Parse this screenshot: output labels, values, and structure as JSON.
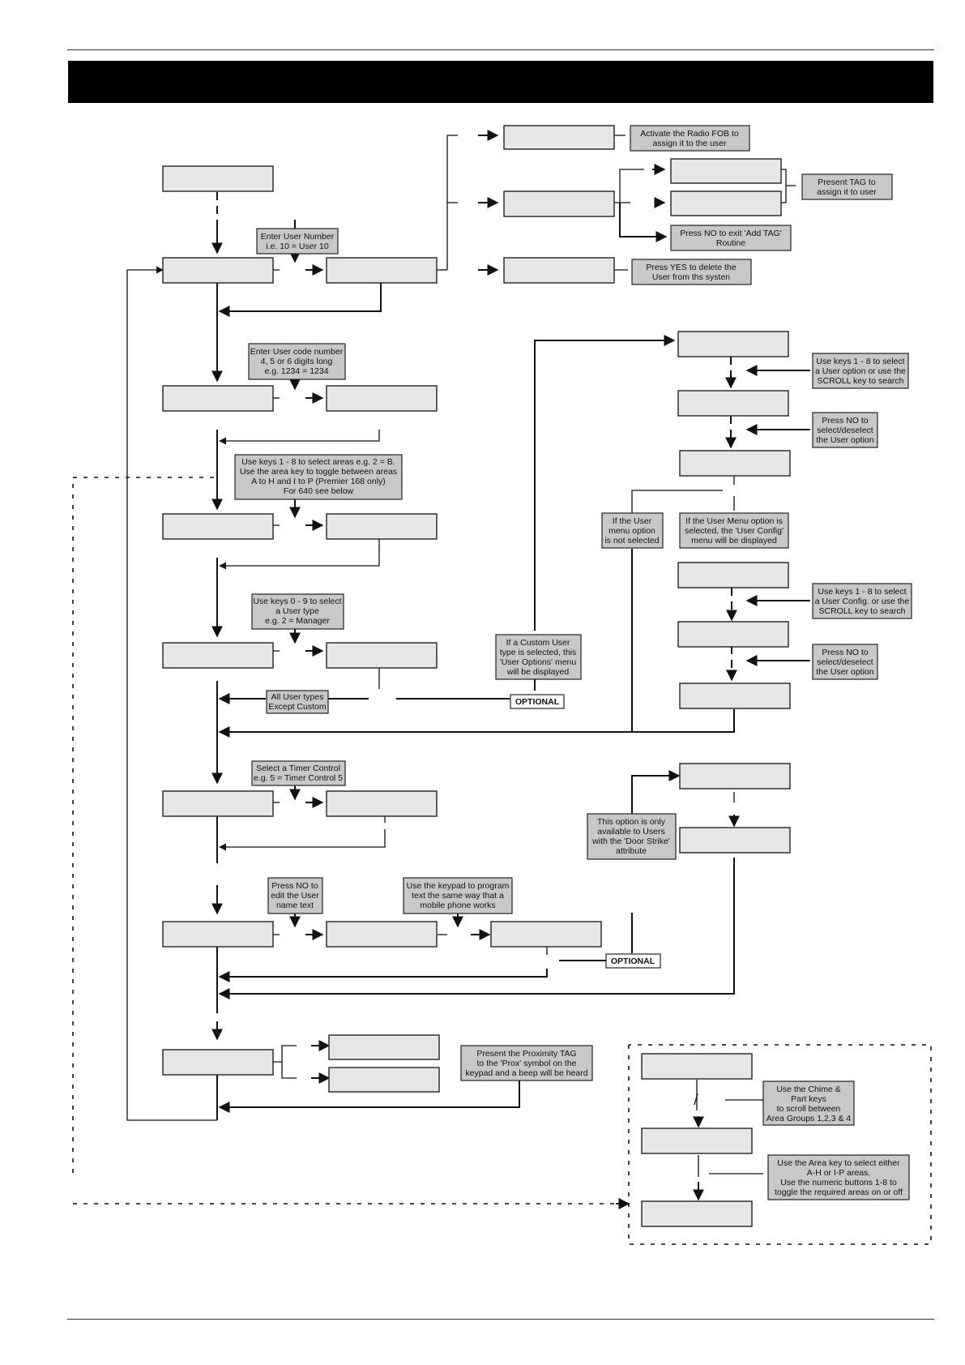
{
  "header": {
    "title": ""
  },
  "notes": {
    "radio_fob": [
      "Activate the Radio FOB to",
      "assign it to the user"
    ],
    "present_tag": [
      "Present TAG to",
      "assign it to user"
    ],
    "exit_add_tag": [
      "Press NO to exit 'Add TAG'",
      "Routine"
    ],
    "delete_user": [
      "Press YES to delete the",
      "User from ths systen"
    ],
    "enter_user_number": [
      "Enter User Number",
      "i.e. 10 = User 10"
    ],
    "enter_user_code": [
      "Enter User code number",
      "4, 5 or 6 digits long",
      "e.g. 1234 = 1234"
    ],
    "select_areas": [
      "Use keys 1 - 8 to select areas e.g. 2 = B.",
      "Use the area key to toggle between areas",
      "A to H and I to P (Premier 168 only)",
      "For 640 see below"
    ],
    "select_user_type": [
      "Use keys 0 - 9 to select",
      "a User type",
      "e.g. 2 = Manager"
    ],
    "all_user_types": [
      "All User types",
      "Except Custom"
    ],
    "custom_user": [
      "If a Custom User",
      "type is selected, this",
      "'User Options' menu",
      "will be displayed"
    ],
    "optional_1": "OPTIONAL",
    "user_option_keys": [
      "Use keys 1 - 8 to select",
      "a User option or use the",
      "SCROLL key to search"
    ],
    "user_option_no": [
      "Press NO to",
      "select/deselect",
      "the User option"
    ],
    "user_menu_not_selected": [
      "If the User",
      "menu option",
      "is not selected"
    ],
    "user_menu_selected": [
      "If the User Menu option is",
      "selected, the 'User Config'",
      "menu will be displayed"
    ],
    "user_config_keys": [
      "Use keys 1 - 8 to select",
      "a User Config. or use the",
      "SCROLL key to search"
    ],
    "user_config_no": [
      "Press NO to",
      "select/deselect",
      "the User option"
    ],
    "timer_control": [
      "Select a Timer Control",
      "e.g. 5 = Timer Control 5"
    ],
    "door_strike": [
      "This option is only",
      "available to Users",
      "with the 'Door Strike'",
      "attribute"
    ],
    "edit_name": [
      "Press NO to",
      "edit the User",
      "name text"
    ],
    "keypad_text": [
      "Use the keypad to program",
      "text the same way that a",
      "mobile phone works"
    ],
    "optional_2": "OPTIONAL",
    "prox_tag": [
      "Present the Proximity TAG",
      "to the 'Prox' symbol on the",
      "keypad and a beep will be heard"
    ],
    "area_groups": [
      "Use the Chime &",
      "Part keys",
      "to scroll between",
      "Area Groups 1,2,3 & 4"
    ],
    "area_key": [
      "Use the Area key to select either",
      "A-H or I-P areas.",
      "Use the numeric buttons 1-8 to",
      "toggle the required areas on or off"
    ]
  },
  "colors": {
    "box_fill": "#e6e6e6",
    "note_fill": "#c8c8c8",
    "line": "#111111",
    "header": "#000000"
  }
}
